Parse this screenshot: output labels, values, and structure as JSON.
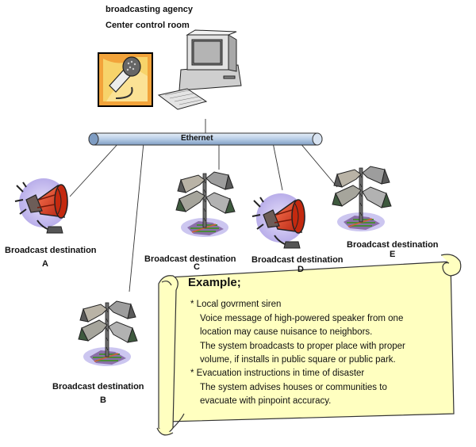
{
  "header": {
    "agency": "broadcasting agency",
    "room": "Center control room"
  },
  "network": {
    "label": "Ethernet"
  },
  "destinations": [
    {
      "label": "Broadcast destination",
      "letter": "A",
      "device": "siren-speaker"
    },
    {
      "label": "Broadcast destination",
      "letter": "B",
      "device": "multi-horn-speaker"
    },
    {
      "label": "Broadcast destination",
      "letter": "C",
      "device": "multi-horn-speaker"
    },
    {
      "label": "Broadcast destination",
      "letter": "D",
      "device": "siren-speaker"
    },
    {
      "label": "Broadcast destination",
      "letter": "E",
      "device": "multi-horn-speaker"
    }
  ],
  "example": {
    "title": "Example;",
    "lines": [
      "* Local govrment siren",
      "Voice message of high-powered speaker from one",
      "location may  cause nuisance to neighbors.",
      "The system broadcasts to proper place with proper",
      "volume, if  installs in public square or public park.",
      "* Evacuation instructions in time of disaster",
      "The system advises houses or communities to",
      "evacuate with  pinpoint accuracy."
    ]
  },
  "colors": {
    "ethernet": "#b7cde6",
    "scroll": "#ffffc0",
    "siren": "#e24a2a",
    "halo": "#c8c0f0"
  },
  "icons": [
    "microphone-icon",
    "computer-icon",
    "siren-speaker-icon",
    "multi-horn-speaker-icon"
  ]
}
